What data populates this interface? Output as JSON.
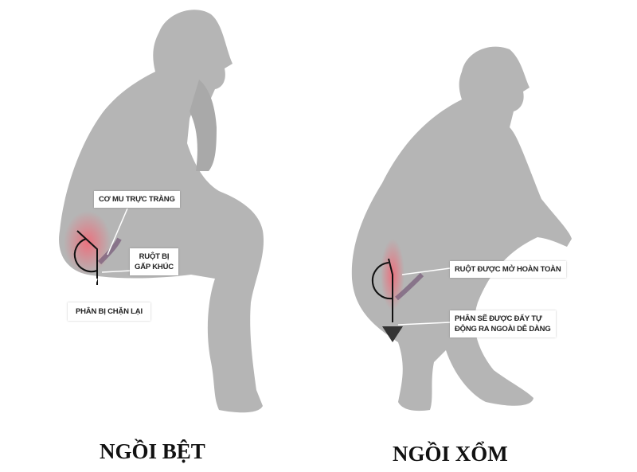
{
  "left": {
    "title": "NGỒI BỆT",
    "labels": {
      "muscle": "CƠ MU TRỰC TRÀNG",
      "bowel": "RUỘT BỊ\nGẤP KHÚC",
      "bowel_line1": "RUỘT BỊ",
      "bowel_line2": "GẤP KHÚC",
      "stool": "PHÂN BỊ CHẶN LẠI"
    }
  },
  "right": {
    "title": "NGỒI XỔM",
    "labels": {
      "bowel": "RUỘT ĐƯỢC MỞ HOÀN TOÀN",
      "stool_line1": "PHÂN SẼ ĐƯỢC ĐẨY TỰ",
      "stool_line2": "ĐỘNG RA NGOÀI DỄ DÀNG"
    }
  },
  "colors": {
    "silhouette": "#b5b5b5",
    "highlight": "#f06a78",
    "text": "#111111"
  }
}
